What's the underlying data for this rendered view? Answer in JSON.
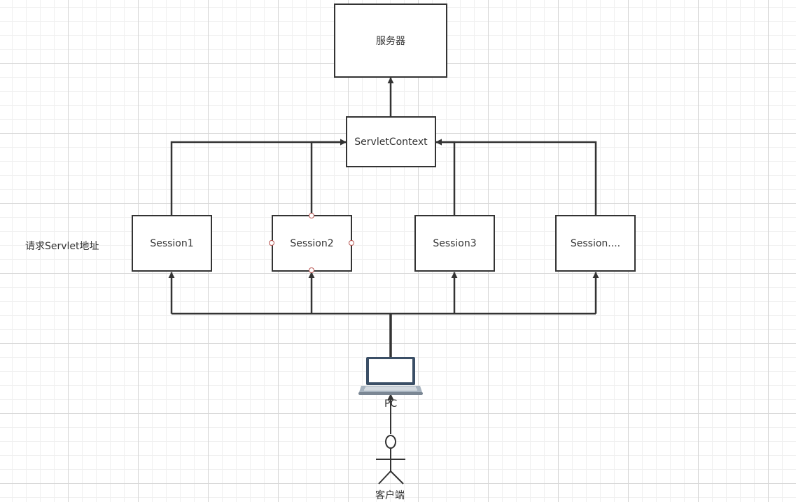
{
  "diagram": {
    "server_label": "服务器",
    "context_label": "ServletContext",
    "sessions": [
      "Session1",
      "Session2",
      "Session3",
      "Session...."
    ],
    "side_note": "请求Servlet地址",
    "pc_label": "PC",
    "client_label": "客户端"
  },
  "colors": {
    "stroke": "#333333",
    "grid_major": "#d7d7d7",
    "grid_minor": "#f0f0f0",
    "selection_handle": "#b85450"
  },
  "icons": [
    "laptop-icon",
    "actor-icon",
    "arrowhead-icon"
  ]
}
